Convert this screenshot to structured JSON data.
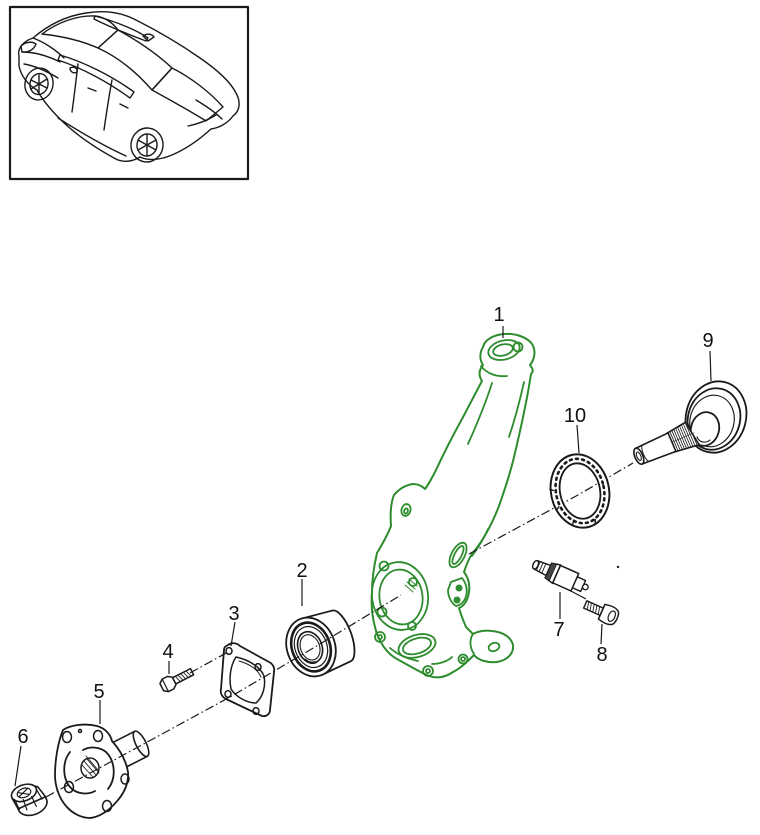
{
  "diagram": {
    "background_color": "#ffffff",
    "line_color": "#1a1a1a",
    "highlight_color": "#2d8c2d",
    "callouts": [
      {
        "number": "1"
      },
      {
        "number": "2"
      },
      {
        "number": "3"
      },
      {
        "number": "4"
      },
      {
        "number": "5"
      },
      {
        "number": "6"
      },
      {
        "number": "7"
      },
      {
        "number": "8"
      },
      {
        "number": "9"
      },
      {
        "number": "10"
      }
    ]
  }
}
